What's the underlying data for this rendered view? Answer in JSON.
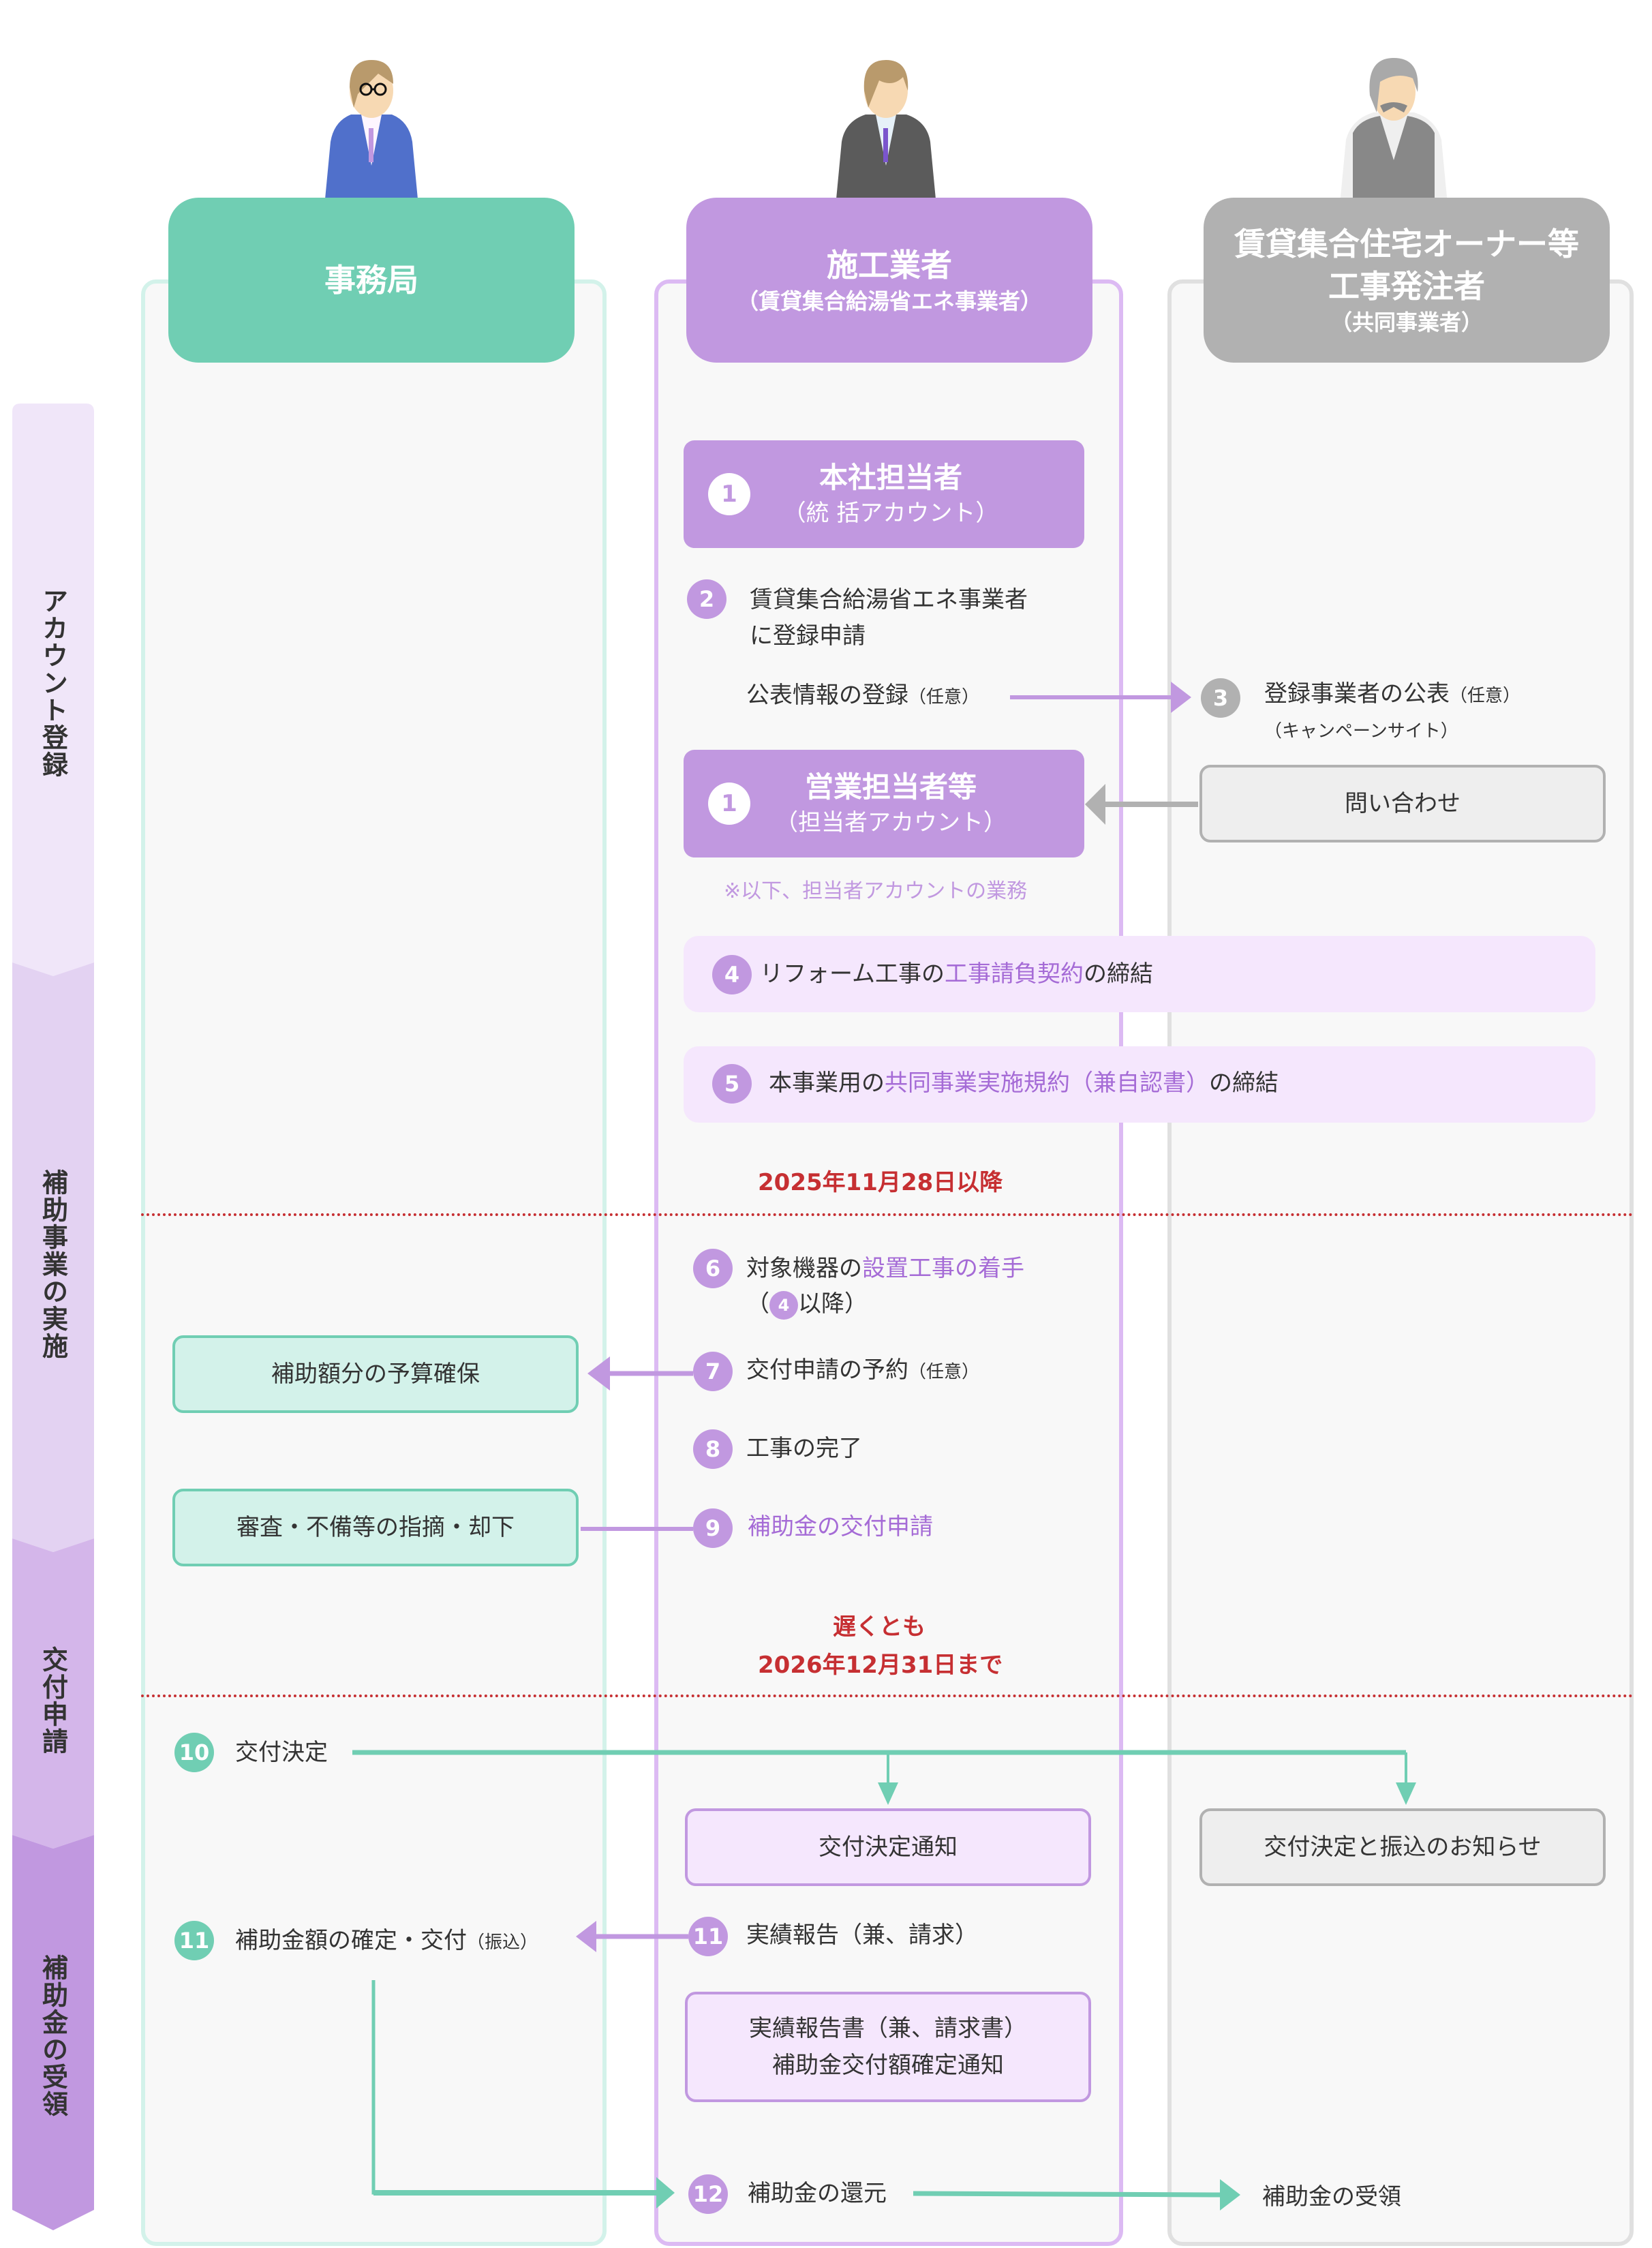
{
  "phases": [
    {
      "label": "アカウント登録",
      "color": "#f0e6f9"
    },
    {
      "label": "補助事業の実施",
      "color": "#e3d2f2"
    },
    {
      "label": "交付申請",
      "color": "#d4b6ea"
    },
    {
      "label": "補助金の受領",
      "color": "#c198e0"
    }
  ],
  "columns": {
    "office": {
      "title": "事務局",
      "color": "#70ceb3"
    },
    "contractor": {
      "title": "施工業者",
      "subtitle": "（賃貸集合給湯省エネ事業者）",
      "color": "#c198e0"
    },
    "owner": {
      "title_line1": "賃貸集合住宅オーナー等",
      "title_line2": "工事発注者",
      "subtitle": "（共同事業者）",
      "color": "#b1b1b1"
    }
  },
  "steps": {
    "s1a": {
      "num": "1",
      "title": "本社担当者",
      "sub": "（統 括アカウント）"
    },
    "s2": {
      "num": "2",
      "line1": "賃貸集合給湯省エネ事業者",
      "line2": "に登録申請"
    },
    "publish_reg": {
      "text": "公表情報の登録",
      "note": "（任意）"
    },
    "s3": {
      "num": "3",
      "text": "登録事業者の公表",
      "note": "（任意）",
      "sub": "（キャンペーンサイト）"
    },
    "inquiry": {
      "text": "問い合わせ"
    },
    "s1b": {
      "num": "1",
      "title": "営業担当者等",
      "sub": "（担当者アカウント）"
    },
    "note_below": "※以下、担当者アカウントの業務",
    "s4": {
      "num": "4",
      "pre": "リフォーム工事の",
      "hl": "工事請負契約",
      "post": "の締結"
    },
    "s5": {
      "num": "5",
      "pre": "本事業用の",
      "hl": "共同事業実施規約（兼自認書）",
      "post": "の締結"
    },
    "deadline1": "2025年11月28日以降",
    "s6": {
      "num": "6",
      "pre": "対象機器の",
      "hl": "設置工事の着手",
      "line2_pre": "（",
      "ref": "4",
      "line2_post": "以降）"
    },
    "budget": {
      "text": "補助額分の予算確保"
    },
    "s7": {
      "num": "7",
      "text": "交付申請の予約",
      "note": "（任意）"
    },
    "s8": {
      "num": "8",
      "text": "工事の完了"
    },
    "review": {
      "text": "審査・不備等の指摘・却下"
    },
    "s9": {
      "num": "9",
      "text": "補助金の交付申請"
    },
    "deadline2_line1": "遅くとも",
    "deadline2_line2": "2026年12月31日まで",
    "s10": {
      "num": "10",
      "text": "交付決定"
    },
    "notice_contractor": {
      "text": "交付決定通知"
    },
    "notice_owner": {
      "text": "交付決定と振込のお知らせ"
    },
    "s11_office": {
      "num": "11",
      "text": "補助金額の確定・交付",
      "note": "（振込）"
    },
    "s11_contractor": {
      "num": "11",
      "text": "実績報告（兼、請求）"
    },
    "report_doc": {
      "line1": "実績報告書（兼、請求書）",
      "line2": "補助金交付額確定通知"
    },
    "s12": {
      "num": "12",
      "text": "補助金の還元"
    },
    "receive": {
      "text": "補助金の受領"
    }
  },
  "colors": {
    "green": "#70ceb3",
    "purple": "#c198e0",
    "gray": "#b1b1b1",
    "red": "#c62f32",
    "highlight": "#a56bd6"
  }
}
